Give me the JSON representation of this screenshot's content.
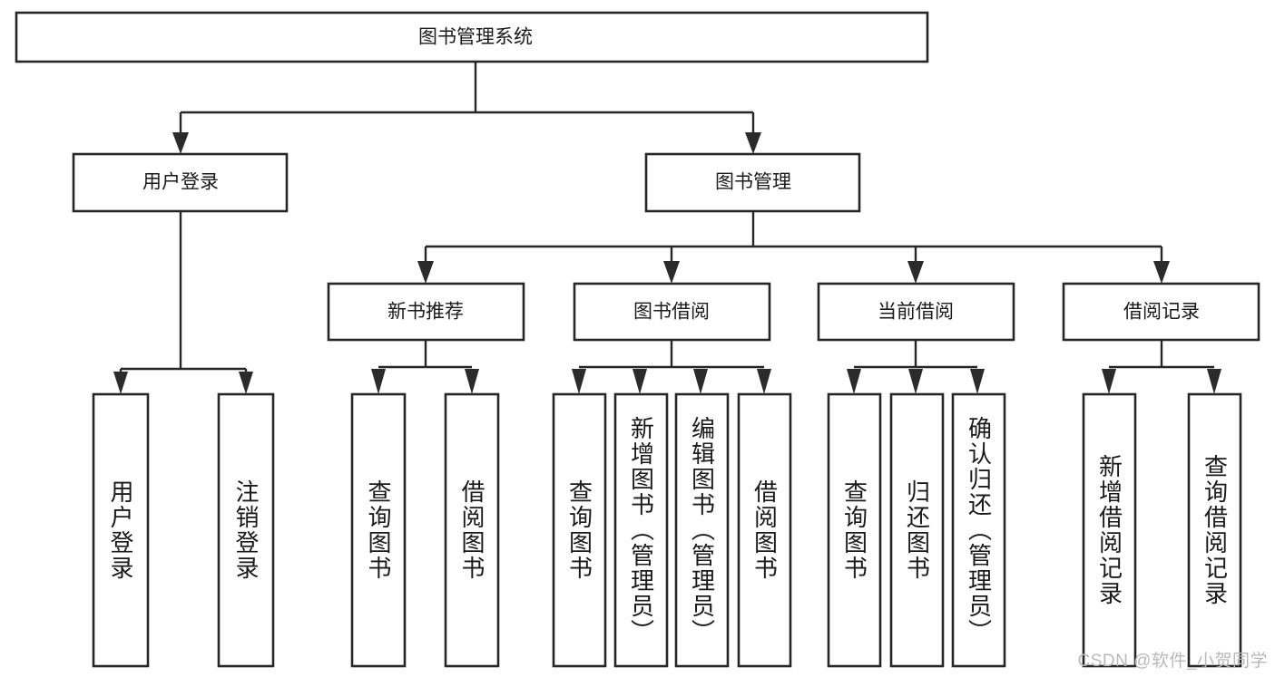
{
  "diagram": {
    "type": "tree-hierarchy",
    "title": "图书管理系统",
    "orientation": "top-down",
    "colors": {
      "node_stroke": "#262626",
      "node_fill": "#ffffff",
      "connector": "#262626",
      "text": "#1a1a1a",
      "watermark": "#b9b9b9",
      "background": "#ffffff"
    },
    "root": {
      "label": "图书管理系统"
    },
    "level2": [
      {
        "label": "用户登录"
      },
      {
        "label": "图书管理"
      }
    ],
    "level3": [
      {
        "label": "新书推荐"
      },
      {
        "label": "图书借阅"
      },
      {
        "label": "当前借阅"
      },
      {
        "label": "借阅记录"
      }
    ],
    "leaves": {
      "user_login": [
        {
          "label": "用户登录"
        },
        {
          "label": "注销登录"
        }
      ],
      "new_book_recommend": [
        {
          "label": "查询图书"
        },
        {
          "label": "借阅图书"
        }
      ],
      "book_borrow": [
        {
          "label": "查询图书"
        },
        {
          "label": "新增图书（管理员）"
        },
        {
          "label": "编辑图书（管理员）"
        },
        {
          "label": "借阅图书"
        }
      ],
      "current_borrow": [
        {
          "label": "查询图书"
        },
        {
          "label": "归还图书"
        },
        {
          "label": "确认归还（管理员）"
        }
      ],
      "borrow_record": [
        {
          "label": "新增借阅记录"
        },
        {
          "label": "查询借阅记录"
        }
      ]
    }
  },
  "watermark": {
    "text": "CSDN @软件_小贺同学"
  }
}
